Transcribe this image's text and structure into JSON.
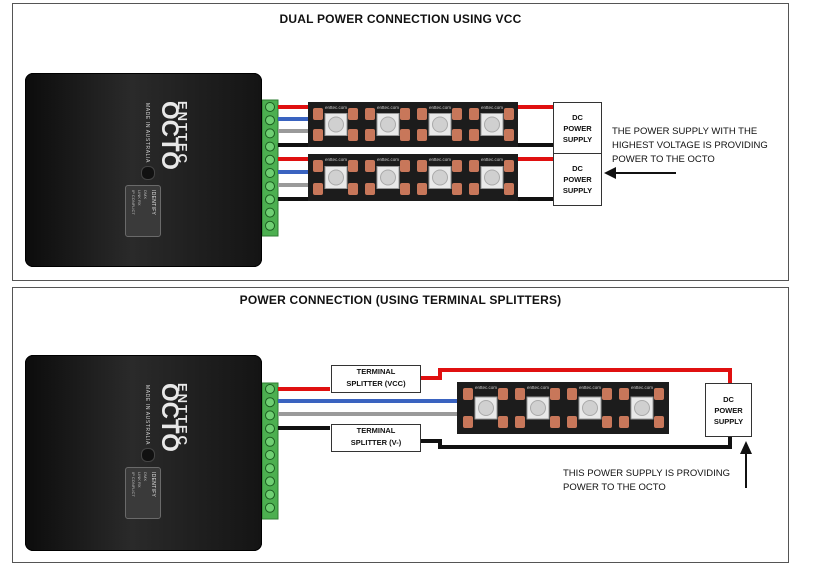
{
  "top_panel": {
    "title": "DUAL POWER CONNECTION USING VCC",
    "power_supply_1": {
      "line1": "DC",
      "line2": "POWER",
      "line3": "SUPPLY"
    },
    "power_supply_2": {
      "line1": "DC",
      "line2": "POWER",
      "line3": "SUPPLY"
    },
    "note": [
      "THE POWER SUPPLY WITH THE",
      "HIGHEST VOLTAGE IS PROVIDING",
      "POWER TO THE OCTO"
    ]
  },
  "bottom_panel": {
    "title": "POWER CONNECTION (USING TERMINAL SPLITTERS)",
    "splitter_vcc": {
      "line1": "TERMINAL",
      "line2": "SPLITTER (VCC)"
    },
    "splitter_vminus": {
      "line1": "TERMINAL",
      "line2": "SPLITTER (V-)"
    },
    "power_supply": {
      "line1": "DC",
      "line2": "POWER",
      "line3": "SUPPLY"
    },
    "note": [
      "THIS POWER SUPPLY IS PROVIDING",
      "POWER TO THE OCTO"
    ]
  },
  "device": {
    "brand": "ENTTEC",
    "model": "OCTO",
    "made_in": "MADE IN AUSTRALIA",
    "identify": "IDENTIFY",
    "status_leds": [
      "DMX",
      "LINK RX",
      "IP CONFLICT"
    ]
  },
  "strip": {
    "chip_label": "enttec.com"
  },
  "colors": {
    "vcc_wire": "#e01010",
    "data_wire": "#3a63c0",
    "clock_wire": "#9a9a9a",
    "ground_wire": "#111111",
    "terminal_block": "#4caf50",
    "strip_pcb": "#1c1c1c",
    "pad_copper": "#c8775a"
  },
  "icons": [
    "arrow-left-icon",
    "arrow-up-icon",
    "led-chip-icon",
    "terminal-screw-icon"
  ]
}
